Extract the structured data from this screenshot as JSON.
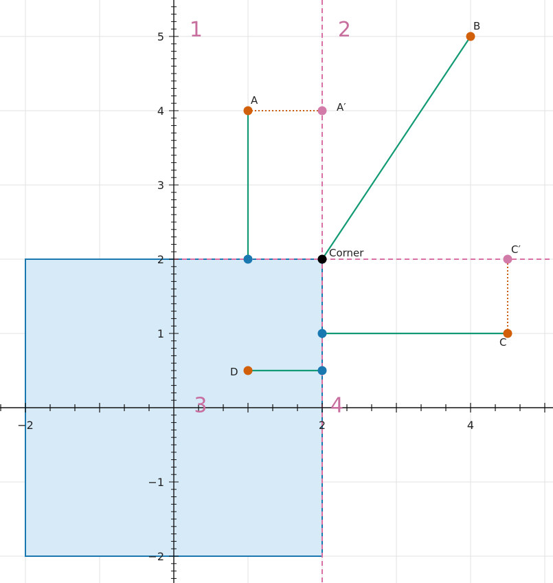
{
  "chart_data": {
    "type": "scatter",
    "xlim": [
      -2.35,
      5.1
    ],
    "ylim": [
      -2.35,
      5.5
    ],
    "grid": true,
    "x_ticks": [
      -2,
      2,
      4
    ],
    "x_tick_labels": [
      "−2",
      "2",
      "4"
    ],
    "y_ticks": [
      -2,
      -1,
      1,
      2,
      3,
      4,
      5
    ],
    "y_tick_labels": [
      "−2",
      "−1",
      "1",
      "2",
      "3",
      "4",
      "5"
    ],
    "region": {
      "x": [
        -2,
        2
      ],
      "y": [
        -2,
        2
      ]
    },
    "corner": {
      "x": 2,
      "y": 2,
      "label": "Corner"
    },
    "points": [
      {
        "label": "A",
        "x": 1,
        "y": 4
      },
      {
        "label": "B",
        "x": 4,
        "y": 5
      },
      {
        "label": "C",
        "x": 4.5,
        "y": 1
      },
      {
        "label": "D",
        "x": 1,
        "y": 0.5
      }
    ],
    "projections": [
      {
        "label": "A′",
        "x": 2,
        "y": 4
      },
      {
        "label": "C′",
        "x": 4.5,
        "y": 2
      }
    ],
    "closest_points": [
      {
        "x": 1,
        "y": 2
      },
      {
        "x": 2,
        "y": 1
      },
      {
        "x": 2,
        "y": 0.5
      }
    ],
    "region_labels": [
      "1",
      "2",
      "3",
      "4"
    ]
  },
  "colors": {
    "region_fill": "#d6eaf8",
    "region_stroke": "#1a78b0",
    "segment": "#129a74",
    "dashed": "#d96fa3",
    "point": "#d2600a",
    "projection": "#d27ba9",
    "closest": "#1a78b0",
    "corner": "#000000",
    "dotted": "#c85a0a"
  }
}
